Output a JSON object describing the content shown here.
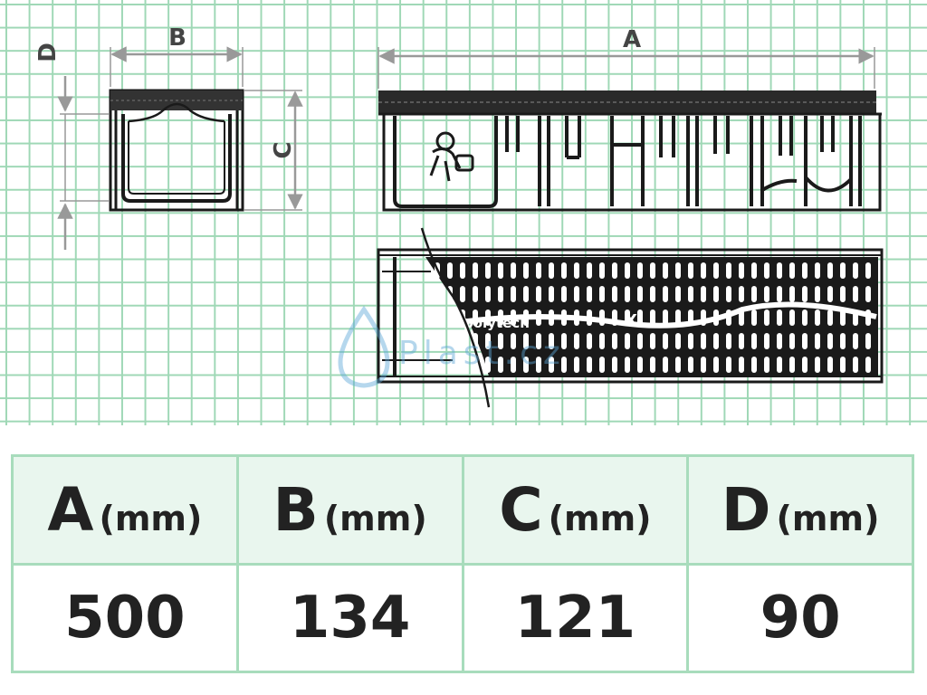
{
  "diagram": {
    "labels": {
      "a": "A",
      "b": "B",
      "c": "C",
      "d": "D"
    },
    "watermark": "Plast.cz",
    "grate_markings": [
      "polytech",
      "X"
    ]
  },
  "table": {
    "headers": [
      {
        "letter": "A",
        "unit": "(mm)"
      },
      {
        "letter": "B",
        "unit": "(mm)"
      },
      {
        "letter": "C",
        "unit": "(mm)"
      },
      {
        "letter": "D",
        "unit": "(mm)"
      }
    ],
    "values": [
      "500",
      "134",
      "121",
      "90"
    ]
  },
  "colors": {
    "grid": "#9fd8b6",
    "table_border": "#a8dcbc",
    "table_header_bg": "#e9f6ee",
    "dimension_line": "#999999",
    "drawing_stroke": "#1a1a1a",
    "watermark": "#5aa6d6"
  }
}
